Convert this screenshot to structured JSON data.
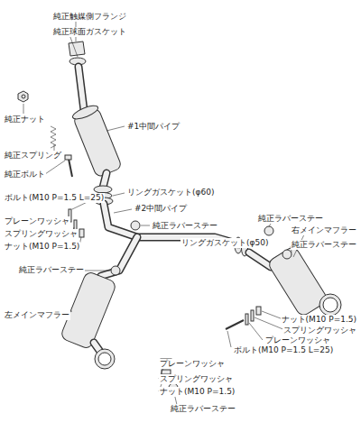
{
  "diagram": {
    "labels": [
      "純正触媒側フランジ",
      "純正球面ガスケット",
      "純正ナット",
      "#1中間パイプ",
      "純正スプリング",
      "純正ボルト",
      "リングガスケット(φ60)",
      "ボルト(M10 P=1.5 L=25)",
      "#2中間パイプ",
      "プレーンワッシャ",
      "純正ラバーステー",
      "スプリングワッシャ",
      "ナット(M10 P=1.5)",
      "純正ラバーステー",
      "右メインマフラー",
      "純正ラバーステー",
      "リングガスケット(φ50)",
      "純正ラバーステー",
      "ナット(M10 P=1.5)",
      "スプリングワッシャ",
      "左メインマフラー",
      "プレーンワッシャ",
      "ボルト(M10 P=1.5 L=25)",
      "プレーンワッシャ",
      "スプリングワッシャ",
      "ナット(M10 P=1.5)",
      "純正ラバーステー"
    ]
  }
}
